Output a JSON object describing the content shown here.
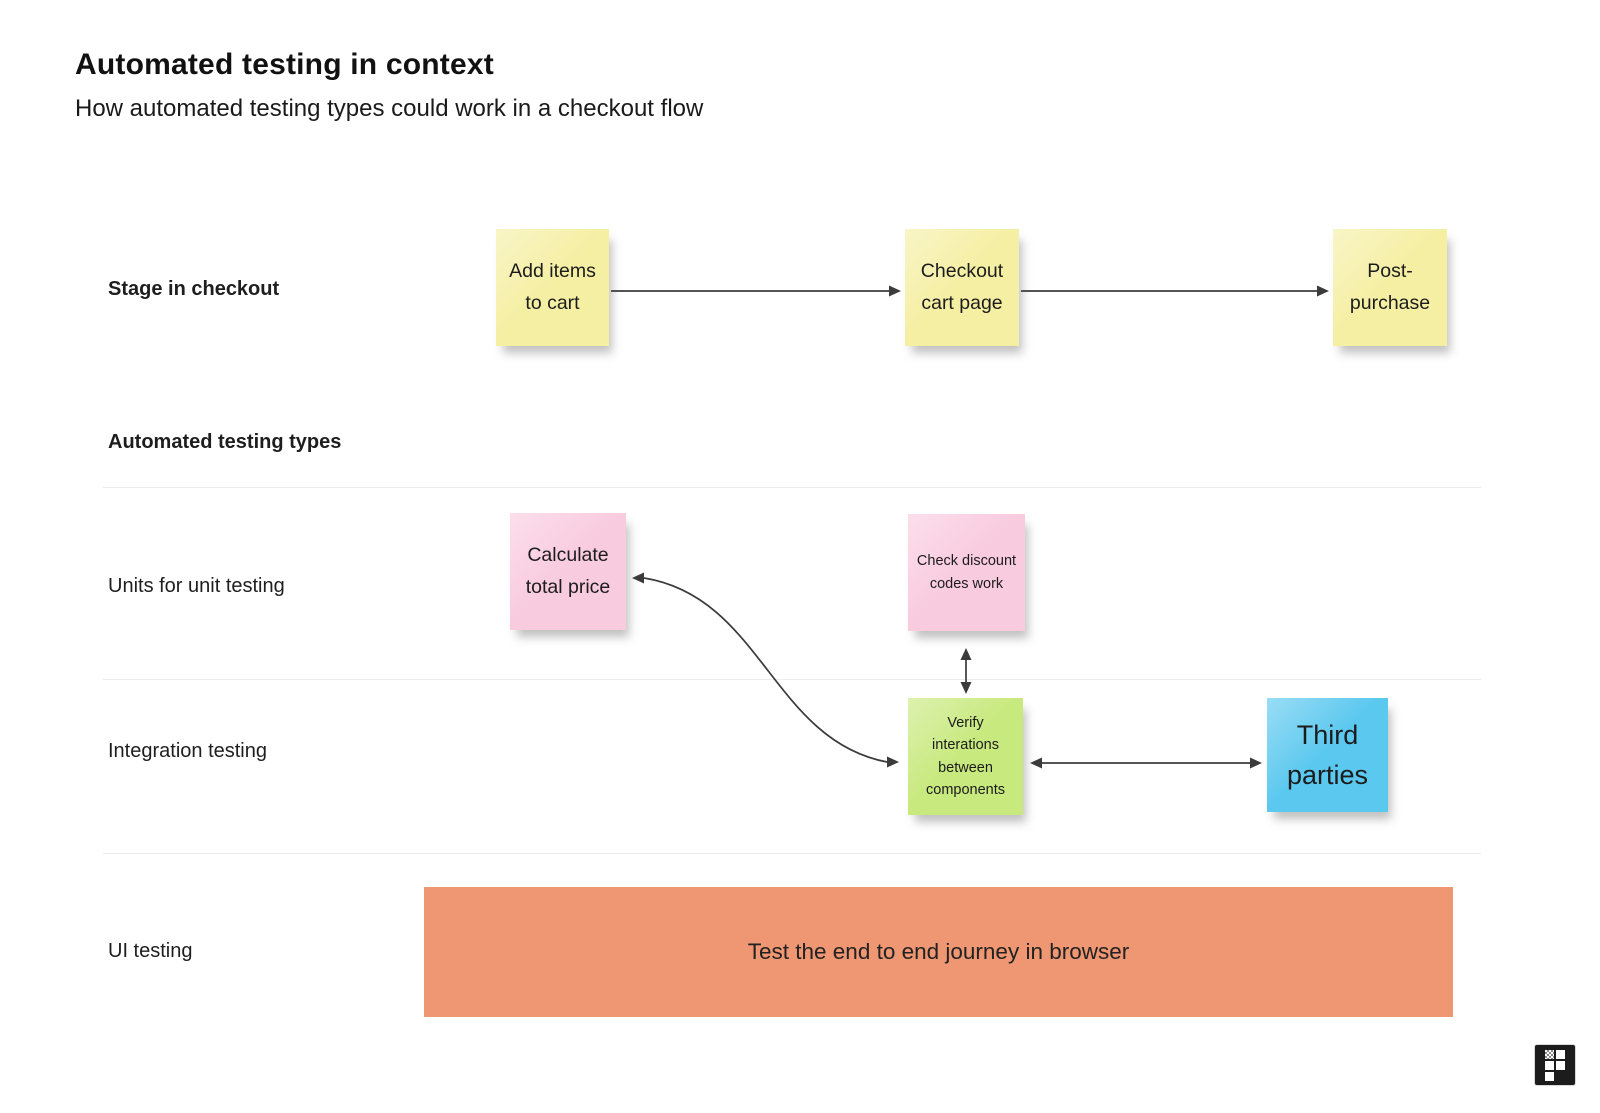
{
  "header": {
    "title": "Automated testing in context",
    "subtitle": "How automated testing types could work in a checkout flow"
  },
  "row_labels": {
    "stage": "Stage in checkout",
    "types": "Automated testing types",
    "unit": "Units for unit testing",
    "integration": "Integration testing",
    "ui": "UI testing"
  },
  "notes": {
    "add_items": {
      "text": "Add items to cart",
      "color": "#F5EFA4"
    },
    "checkout_cart": {
      "text": "Checkout cart page",
      "color": "#F5EFA4"
    },
    "post_purchase": {
      "text": "Post-purchase",
      "color": "#F5EFA4"
    },
    "calculate_total": {
      "text": "Calculate total price",
      "color": "#F9CBDF"
    },
    "check_discount": {
      "text": "Check discount codes work",
      "color": "#F9CBDF"
    },
    "verify_interactions": {
      "text": "Verify interations between components",
      "color": "#C8E97E"
    },
    "third_parties": {
      "text": "Third parties",
      "color": "#5BC8EF"
    }
  },
  "ui_bar": {
    "text": "Test the end to end journey in browser",
    "color": "#EF9772"
  },
  "icons": {
    "corner_logo": "pixel-grid-logo"
  },
  "colors": {
    "background": "#FFFFFF",
    "arrow": "#3B3B3B",
    "divider": "#ECECEC",
    "text": "#1E1E1E",
    "corner_logo_bg": "#1C1C1C"
  }
}
